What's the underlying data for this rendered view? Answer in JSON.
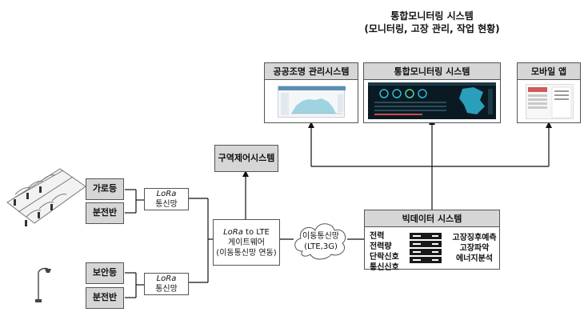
{
  "integrated": {
    "title_line1": "통합모니터링 시스템",
    "title_line2": "(모니터링, 고장 관리, 작업 현황)"
  },
  "screens": {
    "public_lighting": "공공조명 관리시스템",
    "integrated_monitoring": "통합모니터링 시스템",
    "mobile_app": "모바일 앱"
  },
  "zone_control": "구역제어시스템",
  "devices": {
    "street_light": "가로등",
    "panel_1": "분전반",
    "security_light": "보안등",
    "panel_2": "분전반"
  },
  "lora": {
    "italic": "LoRa",
    "network": "통신망"
  },
  "gateway": {
    "line1_italic": "LoRa",
    "line1_rest": " to LTE",
    "line2": "게이트웨어",
    "line3": "(이동통신망 연동)"
  },
  "mobile_network": {
    "line1": "이동통신망",
    "line2": "(LTE,3G)"
  },
  "bigdata": {
    "title": "빅데이터 시스템",
    "inputs": [
      "전력",
      "전력량",
      "단락신호",
      "통신신호"
    ],
    "outputs": [
      "고장징후예측",
      "고장파악",
      "에너지분석"
    ]
  },
  "colors": {
    "header_grey": "#d6d6d6",
    "line": "#111111",
    "dashboard_dark": "#0b1a22",
    "dashboard_accent": "#2fb7d6"
  }
}
